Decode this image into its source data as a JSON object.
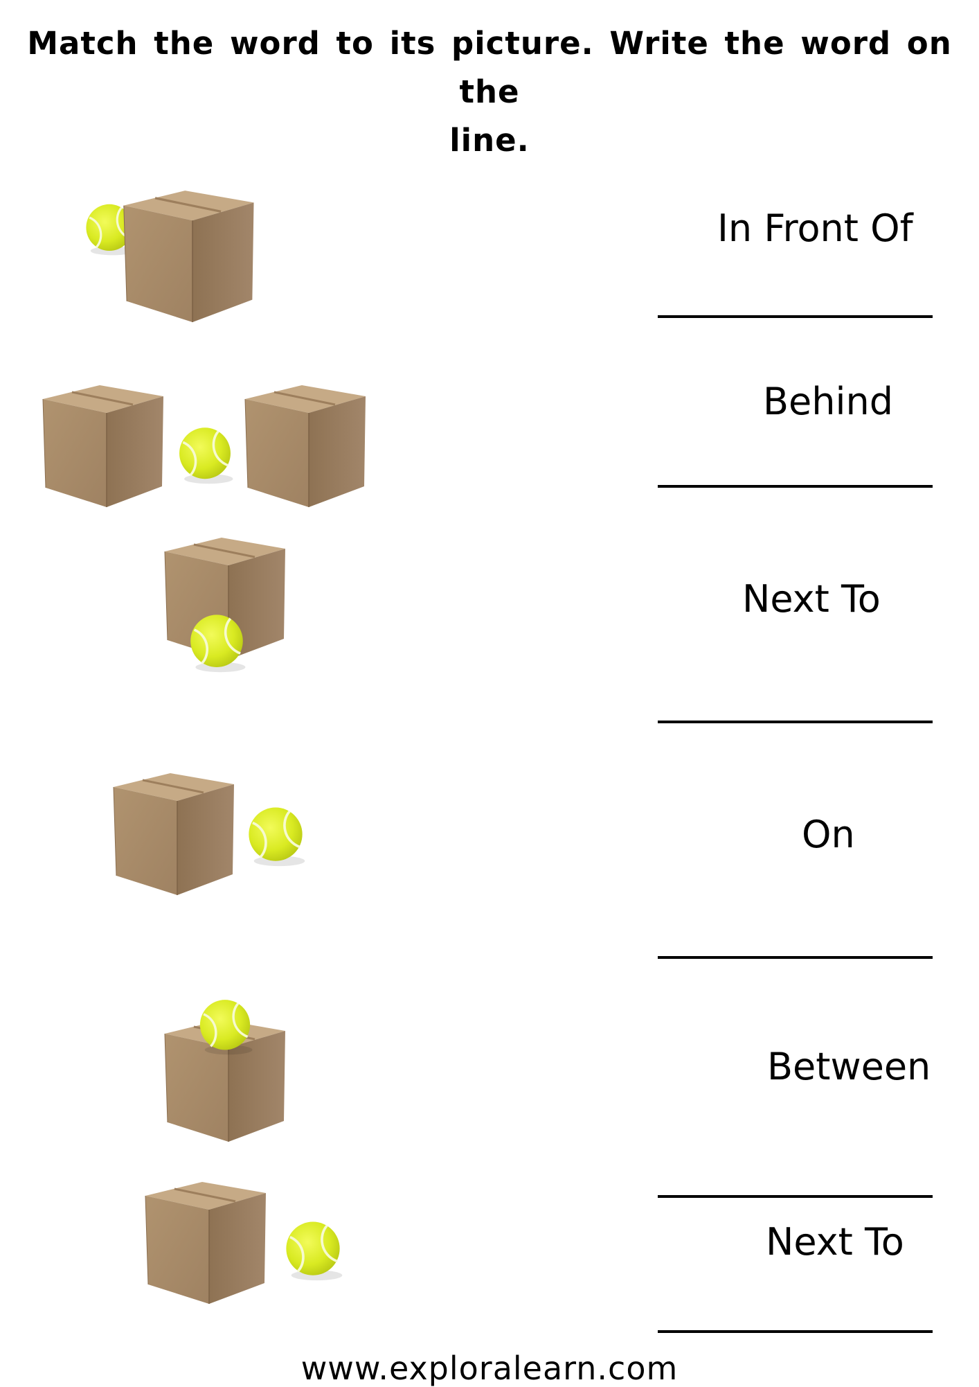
{
  "instructions": {
    "line1": "Match the word to its picture. Write the word on the",
    "line2": "line."
  },
  "pictures": [
    {
      "name": "ball-behind-box"
    },
    {
      "name": "ball-between-boxes"
    },
    {
      "name": "ball-in-front-of-box"
    },
    {
      "name": "ball-next-to-box"
    },
    {
      "name": "ball-on-box"
    },
    {
      "name": "ball-next-to-box-2"
    }
  ],
  "words": [
    "In Front Of",
    "Behind",
    "Next To",
    "On",
    "Between",
    "Next To"
  ],
  "footer": "www.exploralearn.com",
  "colors": {
    "box_front": "#a88b69",
    "box_top": "#c3a783",
    "box_side": "#8c7152",
    "ball": "#dcea2a",
    "ball_seam": "#f4f8c8"
  }
}
